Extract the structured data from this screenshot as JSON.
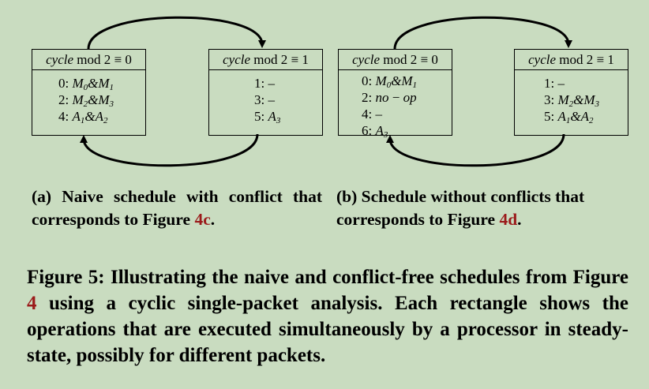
{
  "panel_a": {
    "box_left": {
      "header": "cycle mod 2 ≡ 0",
      "ops": [
        {
          "idx": "0:",
          "text": "M0&M1"
        },
        {
          "idx": "2:",
          "text": "M2&M3"
        },
        {
          "idx": "4:",
          "text": "A1&A2"
        }
      ]
    },
    "box_right": {
      "header": "cycle mod 2 ≡ 1",
      "ops": [
        {
          "idx": "1:",
          "text": "–"
        },
        {
          "idx": "3:",
          "text": "–"
        },
        {
          "idx": "5:",
          "text": "A3"
        }
      ]
    },
    "caption_prefix": "(a) Naive schedule with conflict that corresponds to Figure ",
    "caption_ref": "4c",
    "caption_suffix": "."
  },
  "panel_b": {
    "box_left": {
      "header": "cycle mod 2 ≡ 0",
      "ops": [
        {
          "idx": "0:",
          "text": "M0&M1"
        },
        {
          "idx": "2:",
          "text": "no − op"
        },
        {
          "idx": "4:",
          "text": "–"
        },
        {
          "idx": "6:",
          "text": "A3"
        }
      ]
    },
    "box_right": {
      "header": "cycle mod 2 ≡ 1",
      "ops": [
        {
          "idx": "1:",
          "text": "–"
        },
        {
          "idx": "3:",
          "text": "M2&M3"
        },
        {
          "idx": "5:",
          "text": "A1&A2"
        }
      ]
    },
    "caption_prefix": "(b) Schedule without conflicts that corresponds to Figure ",
    "caption_ref": "4d",
    "caption_suffix": "."
  },
  "figure_caption": {
    "prefix": "Figure 5: Illustrating the naive and conflict-free schedules from Figure ",
    "ref": "4",
    "suffix": " using a cyclic single-packet analysis. Each rectangle shows the operations that are executed simultaneously by a processor in steady-state, possibly for different packets."
  }
}
